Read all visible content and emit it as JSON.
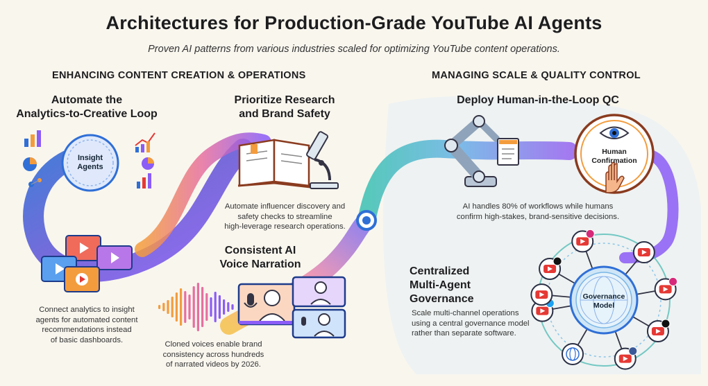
{
  "title": "Architectures for Production-Grade YouTube AI Agents",
  "subtitle": "Proven AI patterns from various industries scaled for optimizing YouTube content operations.",
  "sections": {
    "left": "ENHANCING CONTENT CREATION & OPERATIONS",
    "right": "MANAGING SCALE & QUALITY CONTROL"
  },
  "panels": {
    "analytics": {
      "heading_line1": "Automate the",
      "heading_line2": "Analytics-to-Creative Loop",
      "badge_line1": "Insight",
      "badge_line2": "Agents",
      "desc_lines": [
        "Connect analytics to insight",
        "agents for automated content",
        "recommendations instead",
        "of basic dashboards."
      ]
    },
    "research": {
      "heading_line1": "Prioritize Research",
      "heading_line2": "and Brand Safety",
      "desc_lines": [
        "Automate influencer discovery and",
        "safety checks to streamline",
        "high-leverage research operations."
      ]
    },
    "voice": {
      "heading_line1": "Consistent AI",
      "heading_line2": "Voice Narration",
      "desc_lines": [
        "Cloned voices enable brand",
        "consistency across hundreds",
        "of narrated videos by 2026."
      ]
    },
    "hitl": {
      "heading": "Deploy Human-in-the-Loop QC",
      "badge_line1": "Human",
      "badge_line2": "Confirmation",
      "desc_lines": [
        "AI handles 80% of workflows while humans",
        "confirm high-stakes, brand-sensitive decisions."
      ]
    },
    "governance": {
      "heading_line1": "Centralized",
      "heading_line2": "Multi-Agent",
      "heading_line3": "Governance",
      "hub_line1": "Governance",
      "hub_line2": "Model",
      "desc_lines": [
        "Scale multi-channel operations",
        "using a central governance model",
        "rather than separate software."
      ]
    }
  },
  "icons": [
    "brain-icon",
    "chart-icon",
    "pie-chart-icon",
    "video-window-icon",
    "book-icon",
    "microscope-icon",
    "sound-wave-icon",
    "microphone-icon",
    "avatar-icon",
    "robot-arm-icon",
    "document-icon",
    "eye-icon",
    "hand-icon",
    "youtube-icon",
    "tiktok-icon",
    "instagram-icon",
    "twitter-icon",
    "facebook-icon",
    "globe-icon"
  ],
  "colors": {
    "youtube_red": "#e53935",
    "flow_blue": "#2f6fd6",
    "flow_purple": "#8b5cf6",
    "flow_orange": "#f39c3d",
    "teal": "#3fb7b0",
    "background": "#f9f6ee"
  }
}
